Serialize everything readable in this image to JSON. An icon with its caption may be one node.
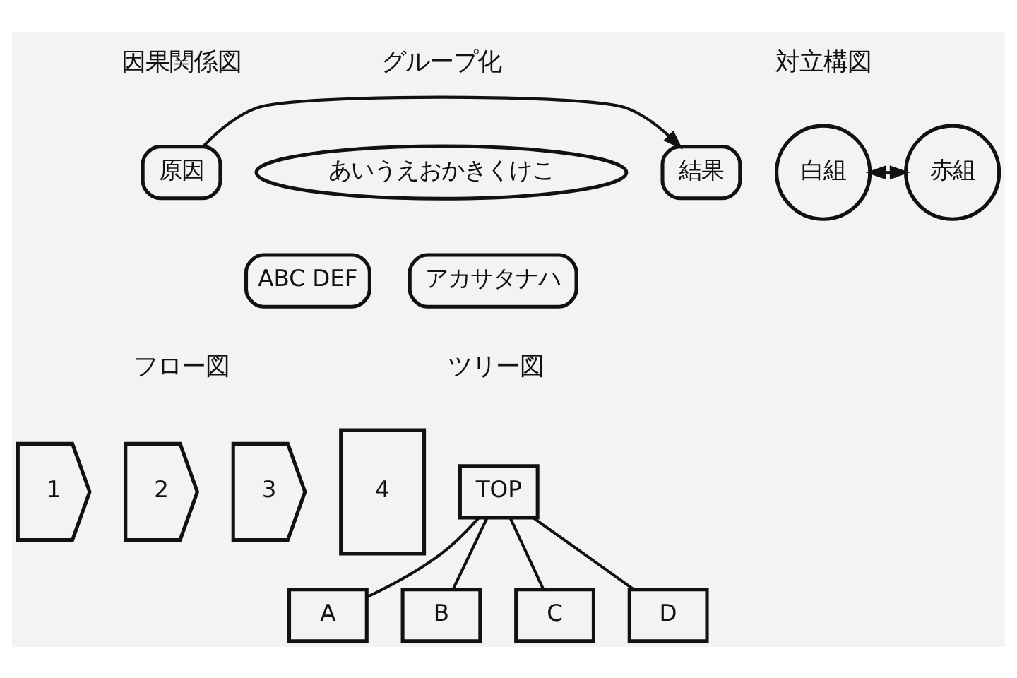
{
  "diagram": {
    "nodes": [
      {
        "text": [
          "原因"
        ]
      },
      {
        "text": [
          "結果"
        ]
      },
      {
        "text": [
          "白組"
        ]
      },
      {
        "text": [
          "赤組"
        ]
      },
      {
        "text": [
          "あいうえおかきくけこ"
        ]
      },
      {
        "text": [
          "ABC DEF"
        ]
      },
      {
        "text": [
          "アカサタナハ"
        ]
      },
      {
        "text": [
          "1"
        ]
      },
      {
        "text": [
          "2"
        ]
      },
      {
        "text": [
          "3"
        ]
      },
      {
        "text": [
          "4"
        ]
      },
      {
        "text": [
          "TOP"
        ]
      },
      {
        "text": [
          "A"
        ]
      },
      {
        "text": [
          "B"
        ]
      },
      {
        "text": [
          "C"
        ]
      },
      {
        "text": [
          "D"
        ]
      }
    ],
    "edges": [
      {
        "from": 0,
        "to": 1,
        "arrow": "to"
      },
      {
        "from": 2,
        "to": 3,
        "arrow": "both"
      },
      {
        "from": 11,
        "to": 12,
        "arrow": "none"
      },
      {
        "from": 11,
        "to": 13,
        "arrow": "none"
      },
      {
        "from": 11,
        "to": 14,
        "arrow": "none"
      },
      {
        "from": 11,
        "to": 15,
        "arrow": "none"
      }
    ],
    "labels": [
      "因果関係図",
      "対立構図",
      "グループ化",
      "フロー図",
      "ツリー図"
    ]
  }
}
